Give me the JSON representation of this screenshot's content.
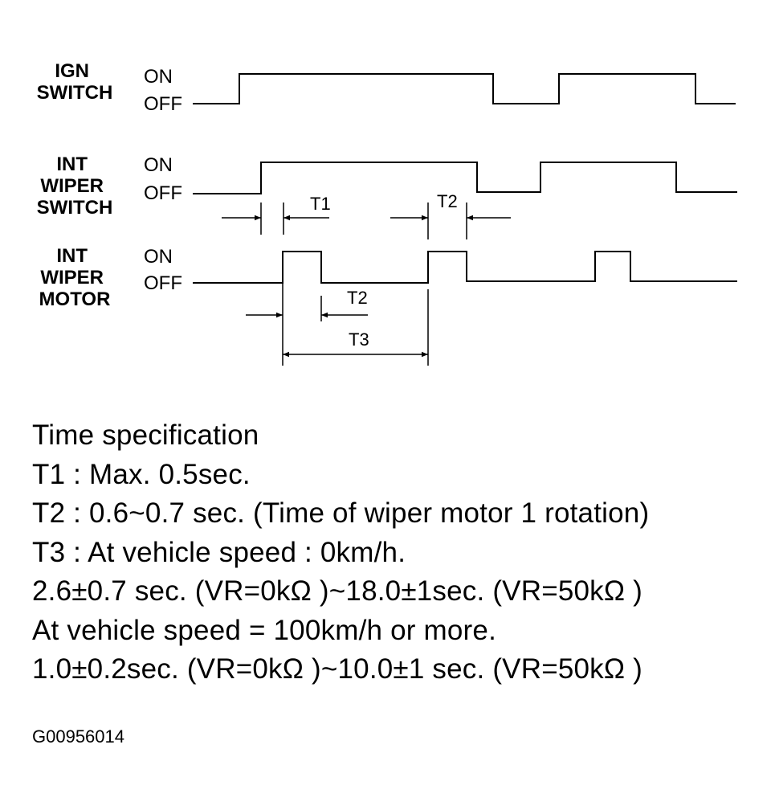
{
  "signals": [
    {
      "id": "ign",
      "label_lines": [
        "IGN",
        "SWITCH"
      ],
      "on_label": "ON",
      "off_label": "OFF"
    },
    {
      "id": "wiper-switch",
      "label_lines": [
        "INT",
        "WIPER",
        "SWITCH"
      ],
      "on_label": "ON",
      "off_label": "OFF"
    },
    {
      "id": "wiper-motor",
      "label_lines": [
        "INT",
        "WIPER",
        "MOTOR"
      ],
      "on_label": "ON",
      "off_label": "OFF"
    }
  ],
  "intervals": {
    "t1": "T1",
    "t2_switch": "T2",
    "t2_motor": "T2",
    "t3": "T3"
  },
  "spec": {
    "title": "Time specification",
    "lines": [
      "T1 : Max. 0.5sec.",
      "T2 : 0.6~0.7 sec. (Time of wiper motor 1 rotation)",
      "T3 : At vehicle speed : 0km/h.",
      "2.6±0.7 sec. (VR=0kΩ )~18.0±1sec. (VR=50kΩ )",
      "At vehicle speed = 100km/h or more.",
      "1.0±0.2sec. (VR=0kΩ )~10.0±1 sec. (VR=50kΩ )"
    ]
  },
  "figure_id": "G00956014"
}
